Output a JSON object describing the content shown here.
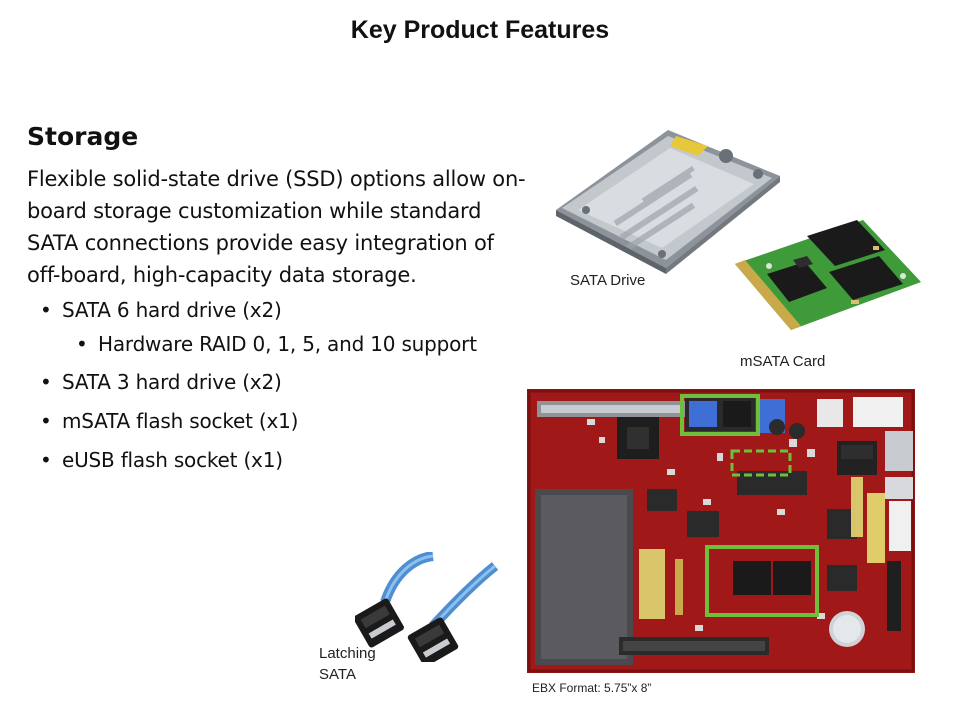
{
  "slide": {
    "title": "Key Product Features",
    "heading": "Storage",
    "paragraph_lines": [
      "Flexible solid-state drive (SSD) options allow on-",
      "board storage customization while standard",
      "SATA connections provide easy integration of",
      "off-board, high-capacity data storage."
    ],
    "bullets": [
      "SATA 6 hard drive (x2)",
      "Hardware RAID 0, 1, 5, and 10 support",
      "SATA 3 hard drive (x2)",
      "mSATA flash socket (x1)",
      "eUSB flash socket (x1)"
    ],
    "bullet_glyph": "•"
  },
  "captions": {
    "sata_drive": "SATA Drive",
    "msata_card": "mSATA Card",
    "latching_1": "Latching",
    "latching_2": "SATA",
    "ebx_format": "EBX Format: 5.75”x 8”"
  },
  "colors": {
    "board_red": "#a01818",
    "highlight_green": "#6fbf3a",
    "pcb_green": "#3f9a3a",
    "cable_blue": "#4f8fd0"
  }
}
